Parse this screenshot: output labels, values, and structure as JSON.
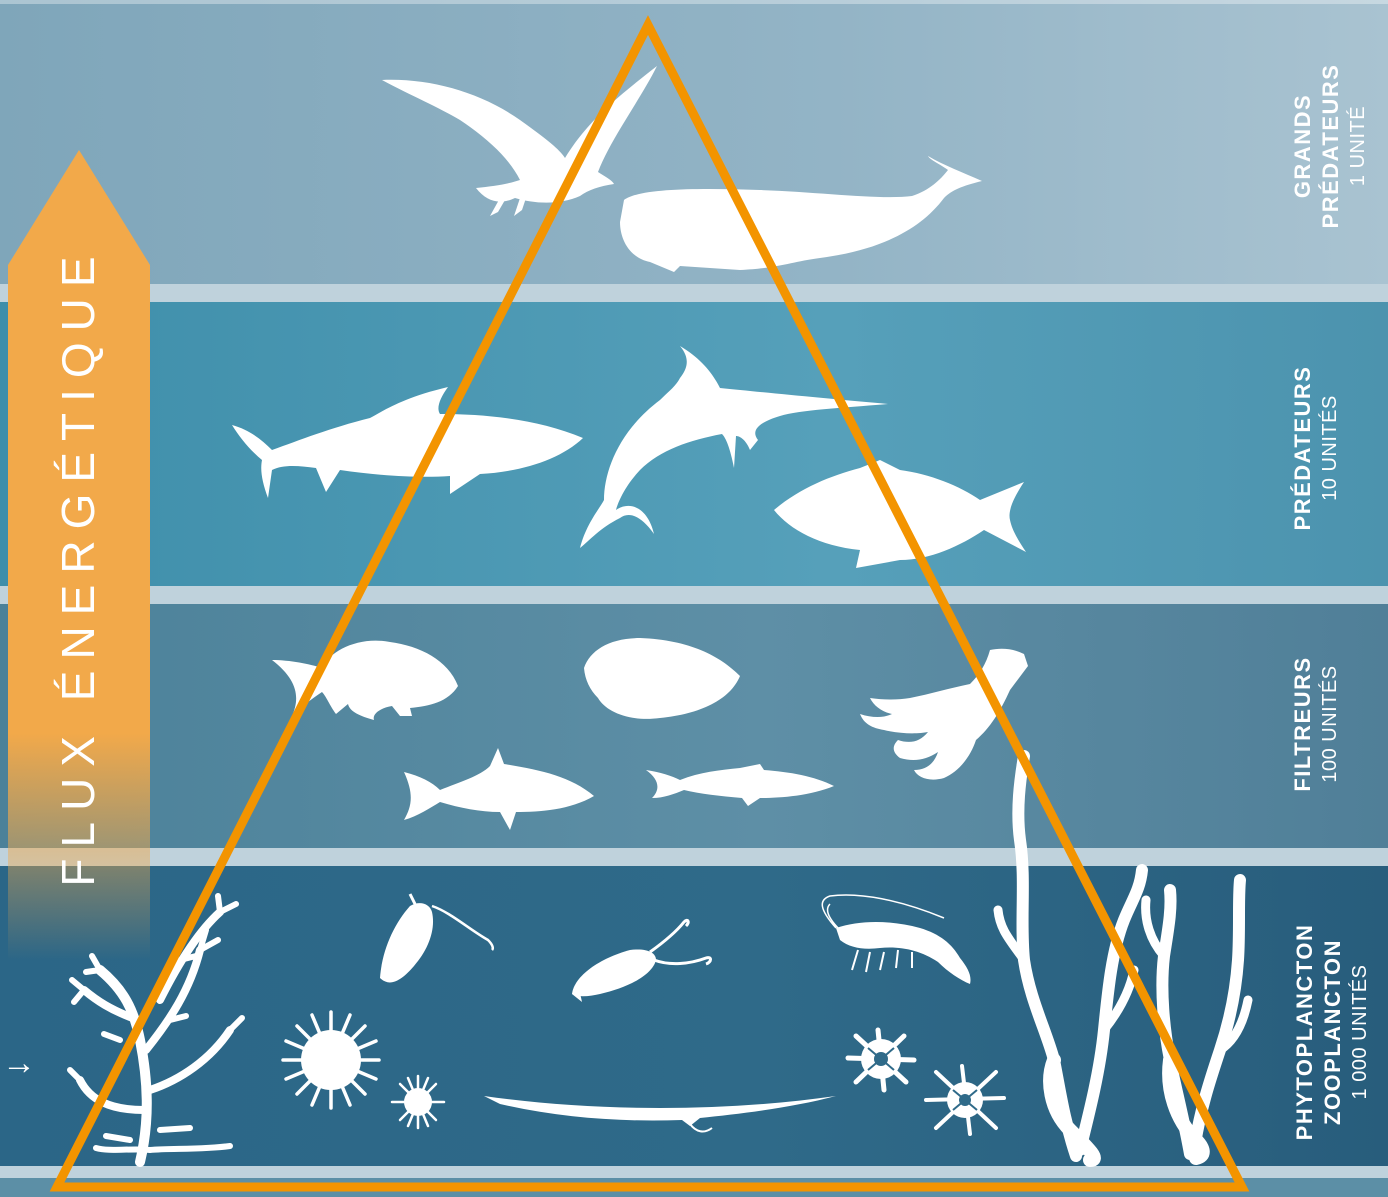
{
  "colors": {
    "pyramid_outline": "#f39400",
    "energy_arrow": "#f2a94a",
    "silhouettes": "#ffffff"
  },
  "energy_arrow": {
    "label": "FLUX ÉNERGÉTIQUE"
  },
  "levels": [
    {
      "title_line1": "GRANDS",
      "title_line2": "PRÉDATEURS",
      "units": "1 UNITÉ",
      "icons": [
        "seagull-icon",
        "sperm-whale-icon"
      ]
    },
    {
      "title_line1": "PRÉDATEURS",
      "units": "10 UNITÉS",
      "icons": [
        "shark-icon",
        "swordfish-icon",
        "tuna-icon"
      ]
    },
    {
      "title_line1": "FILTREURS",
      "units": "100 UNITÉS",
      "icons": [
        "carp-icon",
        "angelfish-icon",
        "squid-icon",
        "mullet-icon",
        "anchovy-icon"
      ]
    },
    {
      "title_line1": "PHYTOPLANCTON",
      "title_line2": "ZOOPLANCTON",
      "units": "1 000 UNITÉS",
      "icons": [
        "seaweed-tree-icon",
        "isopod-icon",
        "copepod-icon",
        "shrimp-icon",
        "urchin-icon",
        "small-urchin-icon",
        "eel-larva-icon",
        "diatom-icon",
        "small-diatom-icon",
        "kelp-icon",
        "kelp-right-icon"
      ]
    }
  ]
}
